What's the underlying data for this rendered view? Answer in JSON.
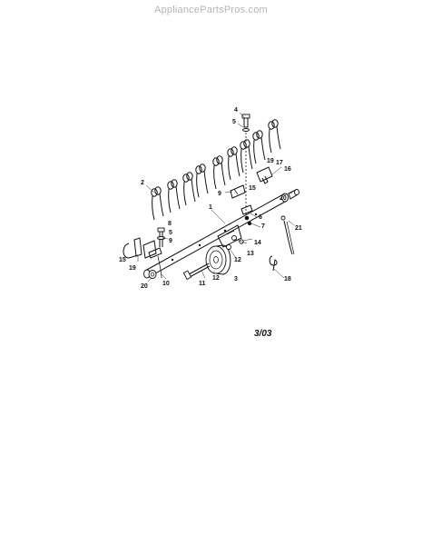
{
  "watermark": "AppliancePartsPros.com",
  "date_code": "3/03",
  "callouts": {
    "c1": "1",
    "c2": "2",
    "c3": "3",
    "c4": "4",
    "c5a": "5",
    "c5b": "5",
    "c6": "6",
    "c7": "7",
    "c8": "8",
    "c9a": "9",
    "c9b": "9",
    "c10": "10",
    "c11": "11",
    "c12a": "12",
    "c12b": "12",
    "c13": "13",
    "c14": "14",
    "c15a": "15",
    "c15b": "15",
    "c16": "16",
    "c17": "17",
    "c18": "18",
    "c19a": "19",
    "c19b": "19",
    "c20a": "20",
    "c20b": "20",
    "c21": "21"
  }
}
